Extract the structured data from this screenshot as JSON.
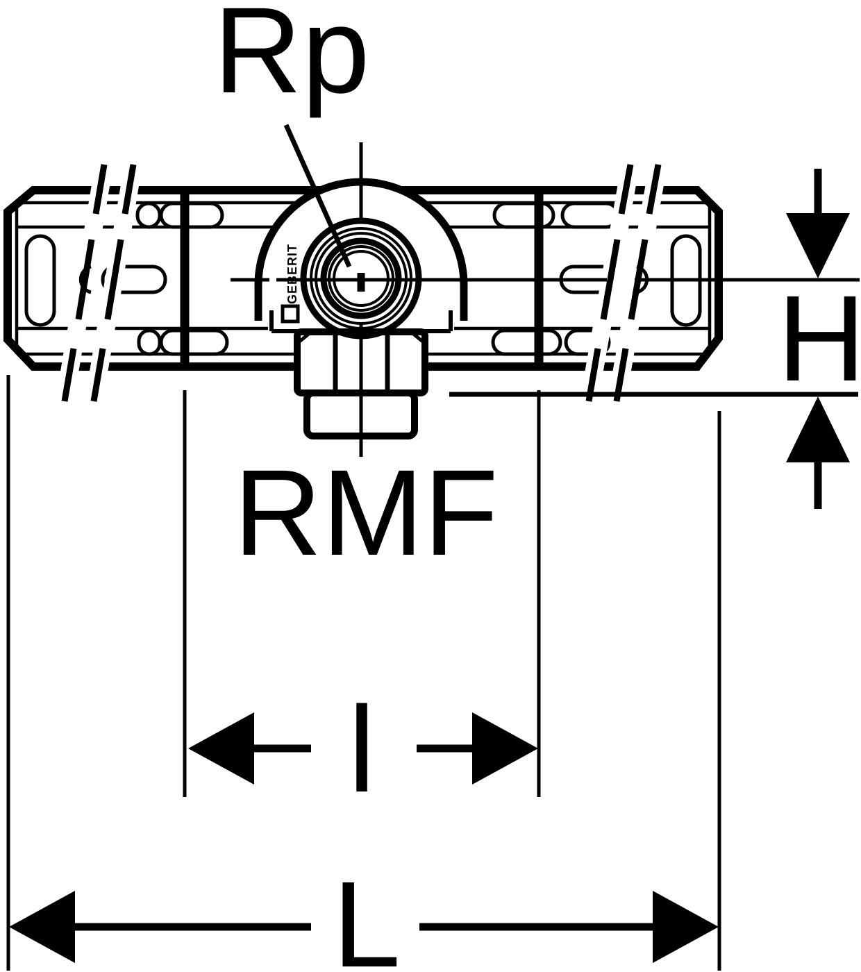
{
  "drawing": {
    "title": "Technical dimension drawing of elbow tap connector on mounting plate",
    "labels": {
      "thread_top": "Rp",
      "thread_bottom": "RMF",
      "dim_height": "H",
      "dim_inner": "l",
      "dim_length": "L"
    },
    "brand": "GEBERIT",
    "colors": {
      "line": "#000000",
      "background": "#ffffff"
    }
  }
}
